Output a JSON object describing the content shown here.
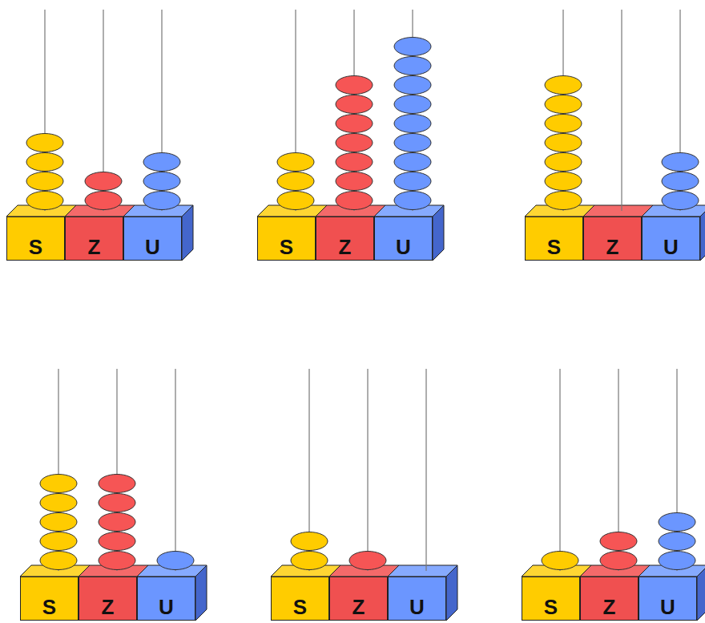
{
  "diagram": {
    "nodes": [
      {
        "text": [
          "S"
        ]
      },
      {
        "text": [
          "Z"
        ]
      },
      {
        "text": [
          "U"
        ]
      },
      {
        "text": [
          "S"
        ]
      },
      {
        "text": [
          "Z"
        ]
      },
      {
        "text": [
          "U"
        ]
      },
      {
        "text": [
          "S"
        ]
      },
      {
        "text": [
          "Z"
        ]
      },
      {
        "text": [
          "U"
        ]
      },
      {
        "text": [
          "S"
        ]
      },
      {
        "text": [
          "Z"
        ]
      },
      {
        "text": [
          "U"
        ]
      },
      {
        "text": [
          "S"
        ]
      },
      {
        "text": [
          "Z"
        ]
      },
      {
        "text": [
          "U"
        ]
      },
      {
        "text": [
          "S"
        ]
      },
      {
        "text": [
          "Z"
        ]
      },
      {
        "text": [
          "U"
        ]
      }
    ]
  }
}
